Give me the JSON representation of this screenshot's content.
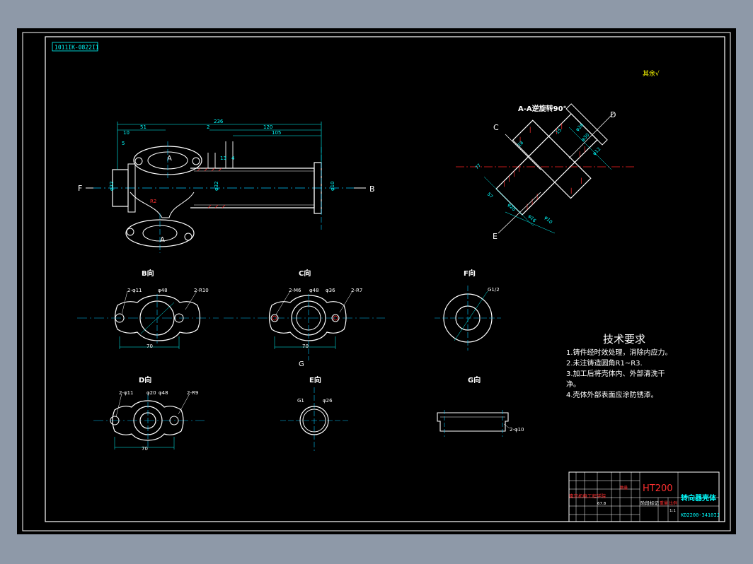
{
  "drawing_code_stamp": "1011IK-0822I1",
  "surface_note": "其余√",
  "section_title": "A-A逆旋转90°",
  "main_view": {
    "dims": {
      "total": "236",
      "d51": "51",
      "d10": "10",
      "d5": "5",
      "d120": "120",
      "d105": "105",
      "d2": "2",
      "d13": "13",
      "d4": "4",
      "dia22": "φ22",
      "dia32": "φ32",
      "dia10": "φ10",
      "r_mark": "R2"
    },
    "labels": {
      "f": "F",
      "b": "B",
      "a_top": "A",
      "a_bottom": "A"
    }
  },
  "aa_section": {
    "labels": {
      "c": "C",
      "d": "D",
      "e": "E"
    },
    "dims": [
      "φ26",
      "φ12",
      "77",
      "18",
      "15",
      "57",
      "φ20",
      "φ16",
      "φ10",
      "φ30"
    ]
  },
  "views": {
    "b_view": {
      "title": "B向",
      "dims": {
        "holes": "2-φ11",
        "bore": "φ48",
        "radius": "2-R10",
        "width": "70"
      }
    },
    "c_view": {
      "title": "C向",
      "dims": {
        "holes": "2-M6",
        "bore": "φ48",
        "inner": "φ36",
        "radius": "2-R7",
        "width": "70"
      },
      "g_label": "G"
    },
    "f_view": {
      "title": "F向",
      "dims": {
        "thread": "G1/2"
      }
    },
    "d_view": {
      "title": "D向",
      "dims": {
        "holes": "2-φ11",
        "bore": "φ20",
        "outer": "φ48",
        "radius": "2-R9",
        "width": "70"
      }
    },
    "e_view": {
      "title": "E向",
      "dims": {
        "thread": "G1",
        "bore": "φ26"
      }
    },
    "g_view": {
      "title": "G向",
      "dims": {
        "holes": "2-φ10"
      }
    }
  },
  "tech_requirements": {
    "heading": "技术要求",
    "items": [
      "1.铸件经时效处理，消除内应力。",
      "2.未注铸造圆角R1~R3.",
      "3.加工后将壳体内、外部清洗干",
      "净。",
      "4.壳体外部表面应涂防锈漆。"
    ]
  },
  "title_block": {
    "material": "HT200",
    "part_name": "转向器壳体",
    "drawing_no": "KD2200-3410IJ",
    "scale_label": "比例",
    "scale_value": "1:1",
    "weight_label": "重量",
    "mass": "67.8",
    "company": "南京机电工程学院",
    "stage_label": "阶段标记",
    "qty_label": "数量"
  },
  "colors": {
    "background": "#000000",
    "paper": "#8e99a8",
    "geometry": "#ffffff",
    "centerline": "#00c8ff",
    "dimension": "#00ffff",
    "section_axis": "#ff2020",
    "accent_yellow": "#ffff00",
    "accent_red": "#ff3030",
    "hatch_red": "#ff3030"
  }
}
